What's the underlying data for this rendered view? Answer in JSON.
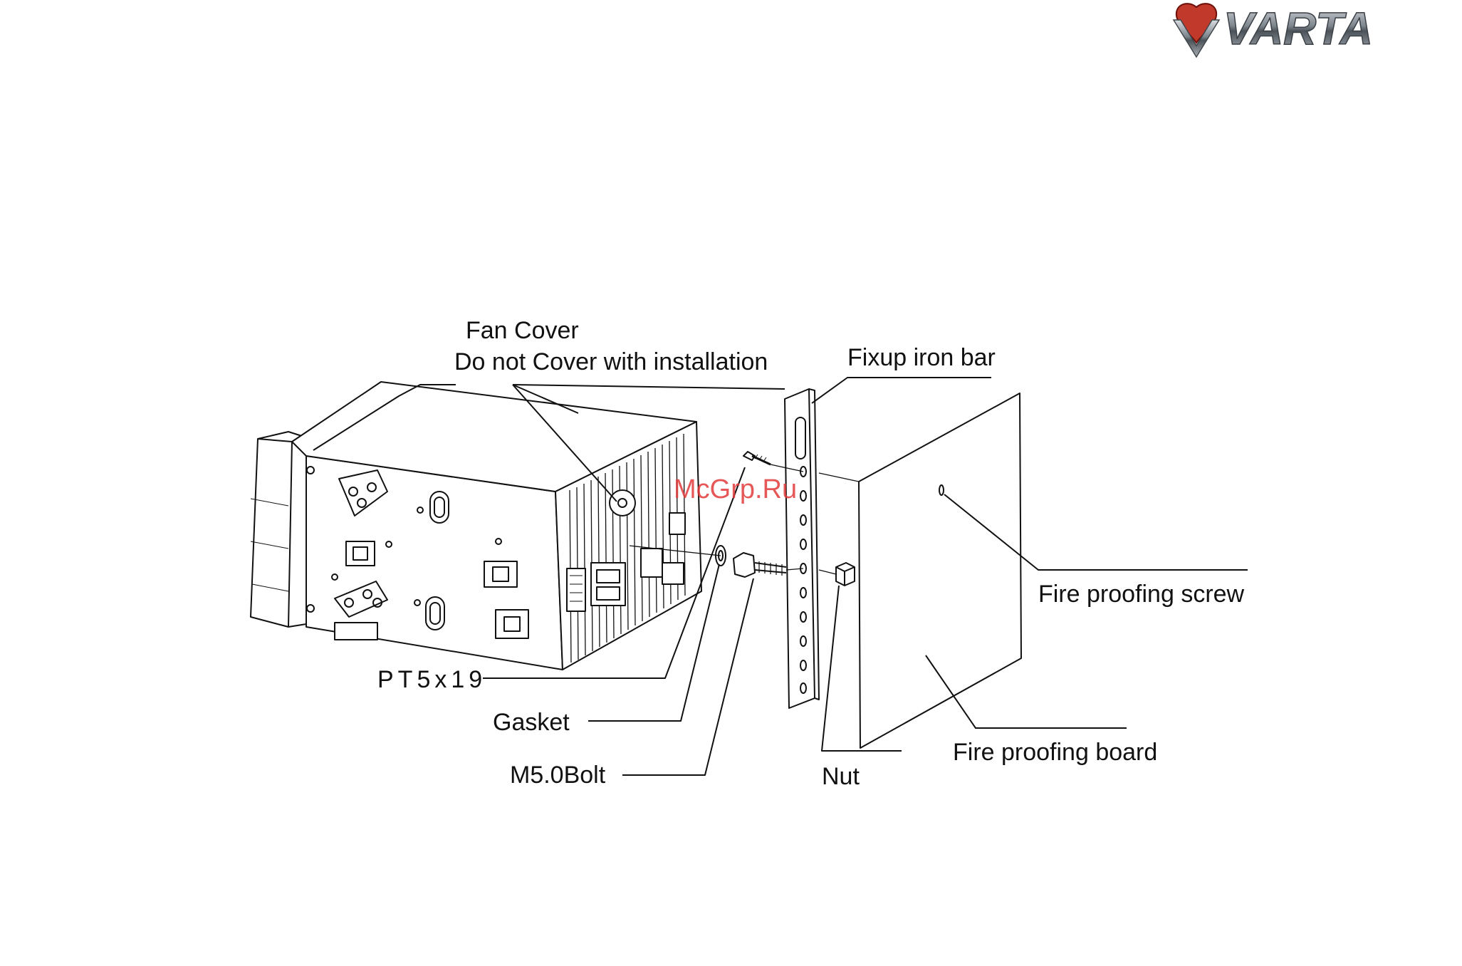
{
  "brand": {
    "logo_text": "VARTA",
    "accent": "#c0392b",
    "metal": "#6f7780"
  },
  "watermark": {
    "text": "McGrp.Ru",
    "color": "#e23a3a"
  },
  "labels": {
    "fan_cover_line1": "Fan Cover",
    "fan_cover_line2": "Do not Cover with installation",
    "fixup_iron_bar": "Fixup iron bar",
    "fire_proofing_screw": "Fire proofing screw",
    "pt5x19": "PT5x19",
    "gasket": "Gasket",
    "m50bolt": "M5.0Bolt",
    "nut": "Nut",
    "fire_proofing_board": "Fire proofing board"
  }
}
